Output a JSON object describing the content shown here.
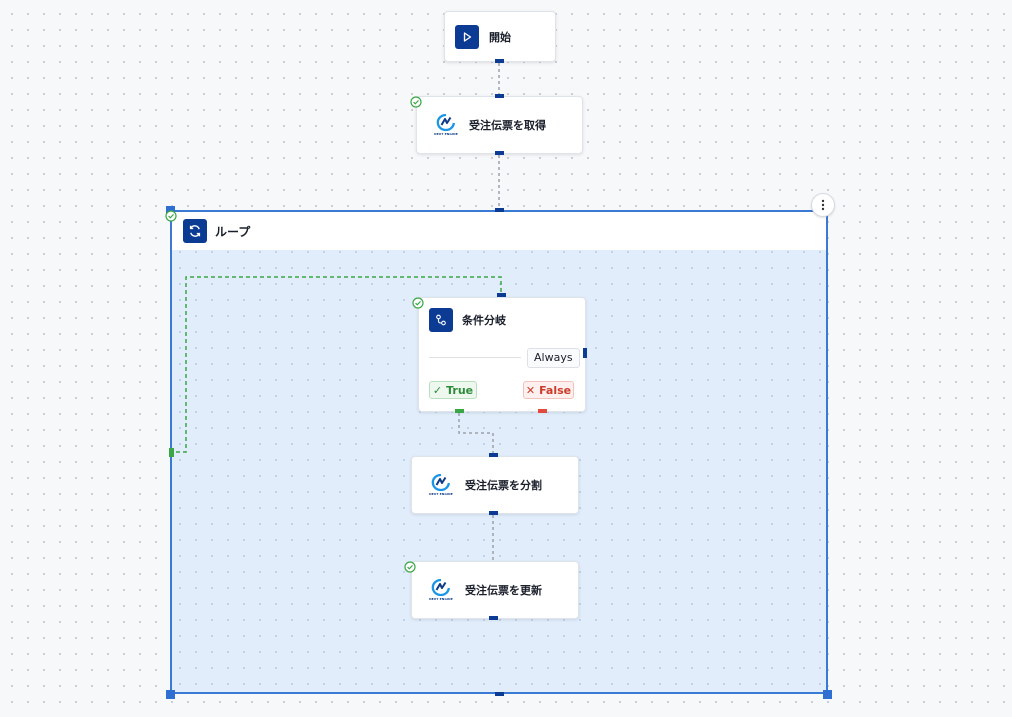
{
  "nodes": {
    "start": {
      "label": "開始"
    },
    "get_orders": {
      "label": "受注伝票を取得",
      "logo_caption": "NEXT ENGINE"
    },
    "loop": {
      "label": "ループ"
    },
    "condition": {
      "label": "条件分岐",
      "always_label": "Always",
      "true_label": "True",
      "false_label": "False"
    },
    "split_orders": {
      "label": "受注伝票を分割",
      "logo_caption": "NEXT ENGINE"
    },
    "update_orders": {
      "label": "受注伝票を更新",
      "logo_caption": "NEXT ENGINE"
    }
  },
  "colors": {
    "accent": "#0c3b94",
    "selection": "#3a79d4",
    "loop_body": "#e2edfb",
    "success": "#3aa745",
    "false_red": "#e24b3b",
    "edge_gray": "#9aa1ab"
  },
  "icons": {
    "start": "play-icon",
    "loop": "refresh-icon",
    "condition": "branch-icon",
    "more": "more-vertical-icon",
    "status": "check-circle-icon"
  }
}
